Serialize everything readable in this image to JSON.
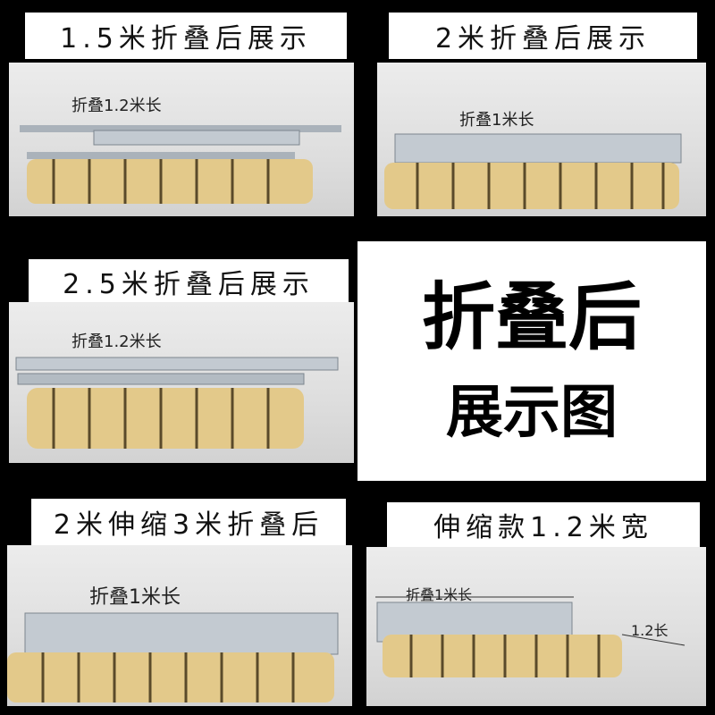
{
  "center": {
    "line1": "折叠后",
    "line2": "展示图"
  },
  "panels": [
    {
      "banner": "1.5米折叠后展示",
      "length_label": "折叠1.2米长"
    },
    {
      "banner": "2米折叠后展示",
      "length_label": "折叠1米长"
    },
    {
      "banner": "2.5米折叠后展示",
      "length_label": "折叠1.2米长"
    },
    {
      "banner": "2米伸缩3米折叠后",
      "length_label": "折叠1米长"
    },
    {
      "banner": "伸缩款1.2米宽",
      "length_label": "折叠1米长",
      "width_label": "1.2长"
    }
  ],
  "colors": {
    "bamboo": "#e3c98a",
    "bamboo_dark": "#5a4a2a",
    "steel": "#b9c1c8",
    "background": "#000000"
  }
}
